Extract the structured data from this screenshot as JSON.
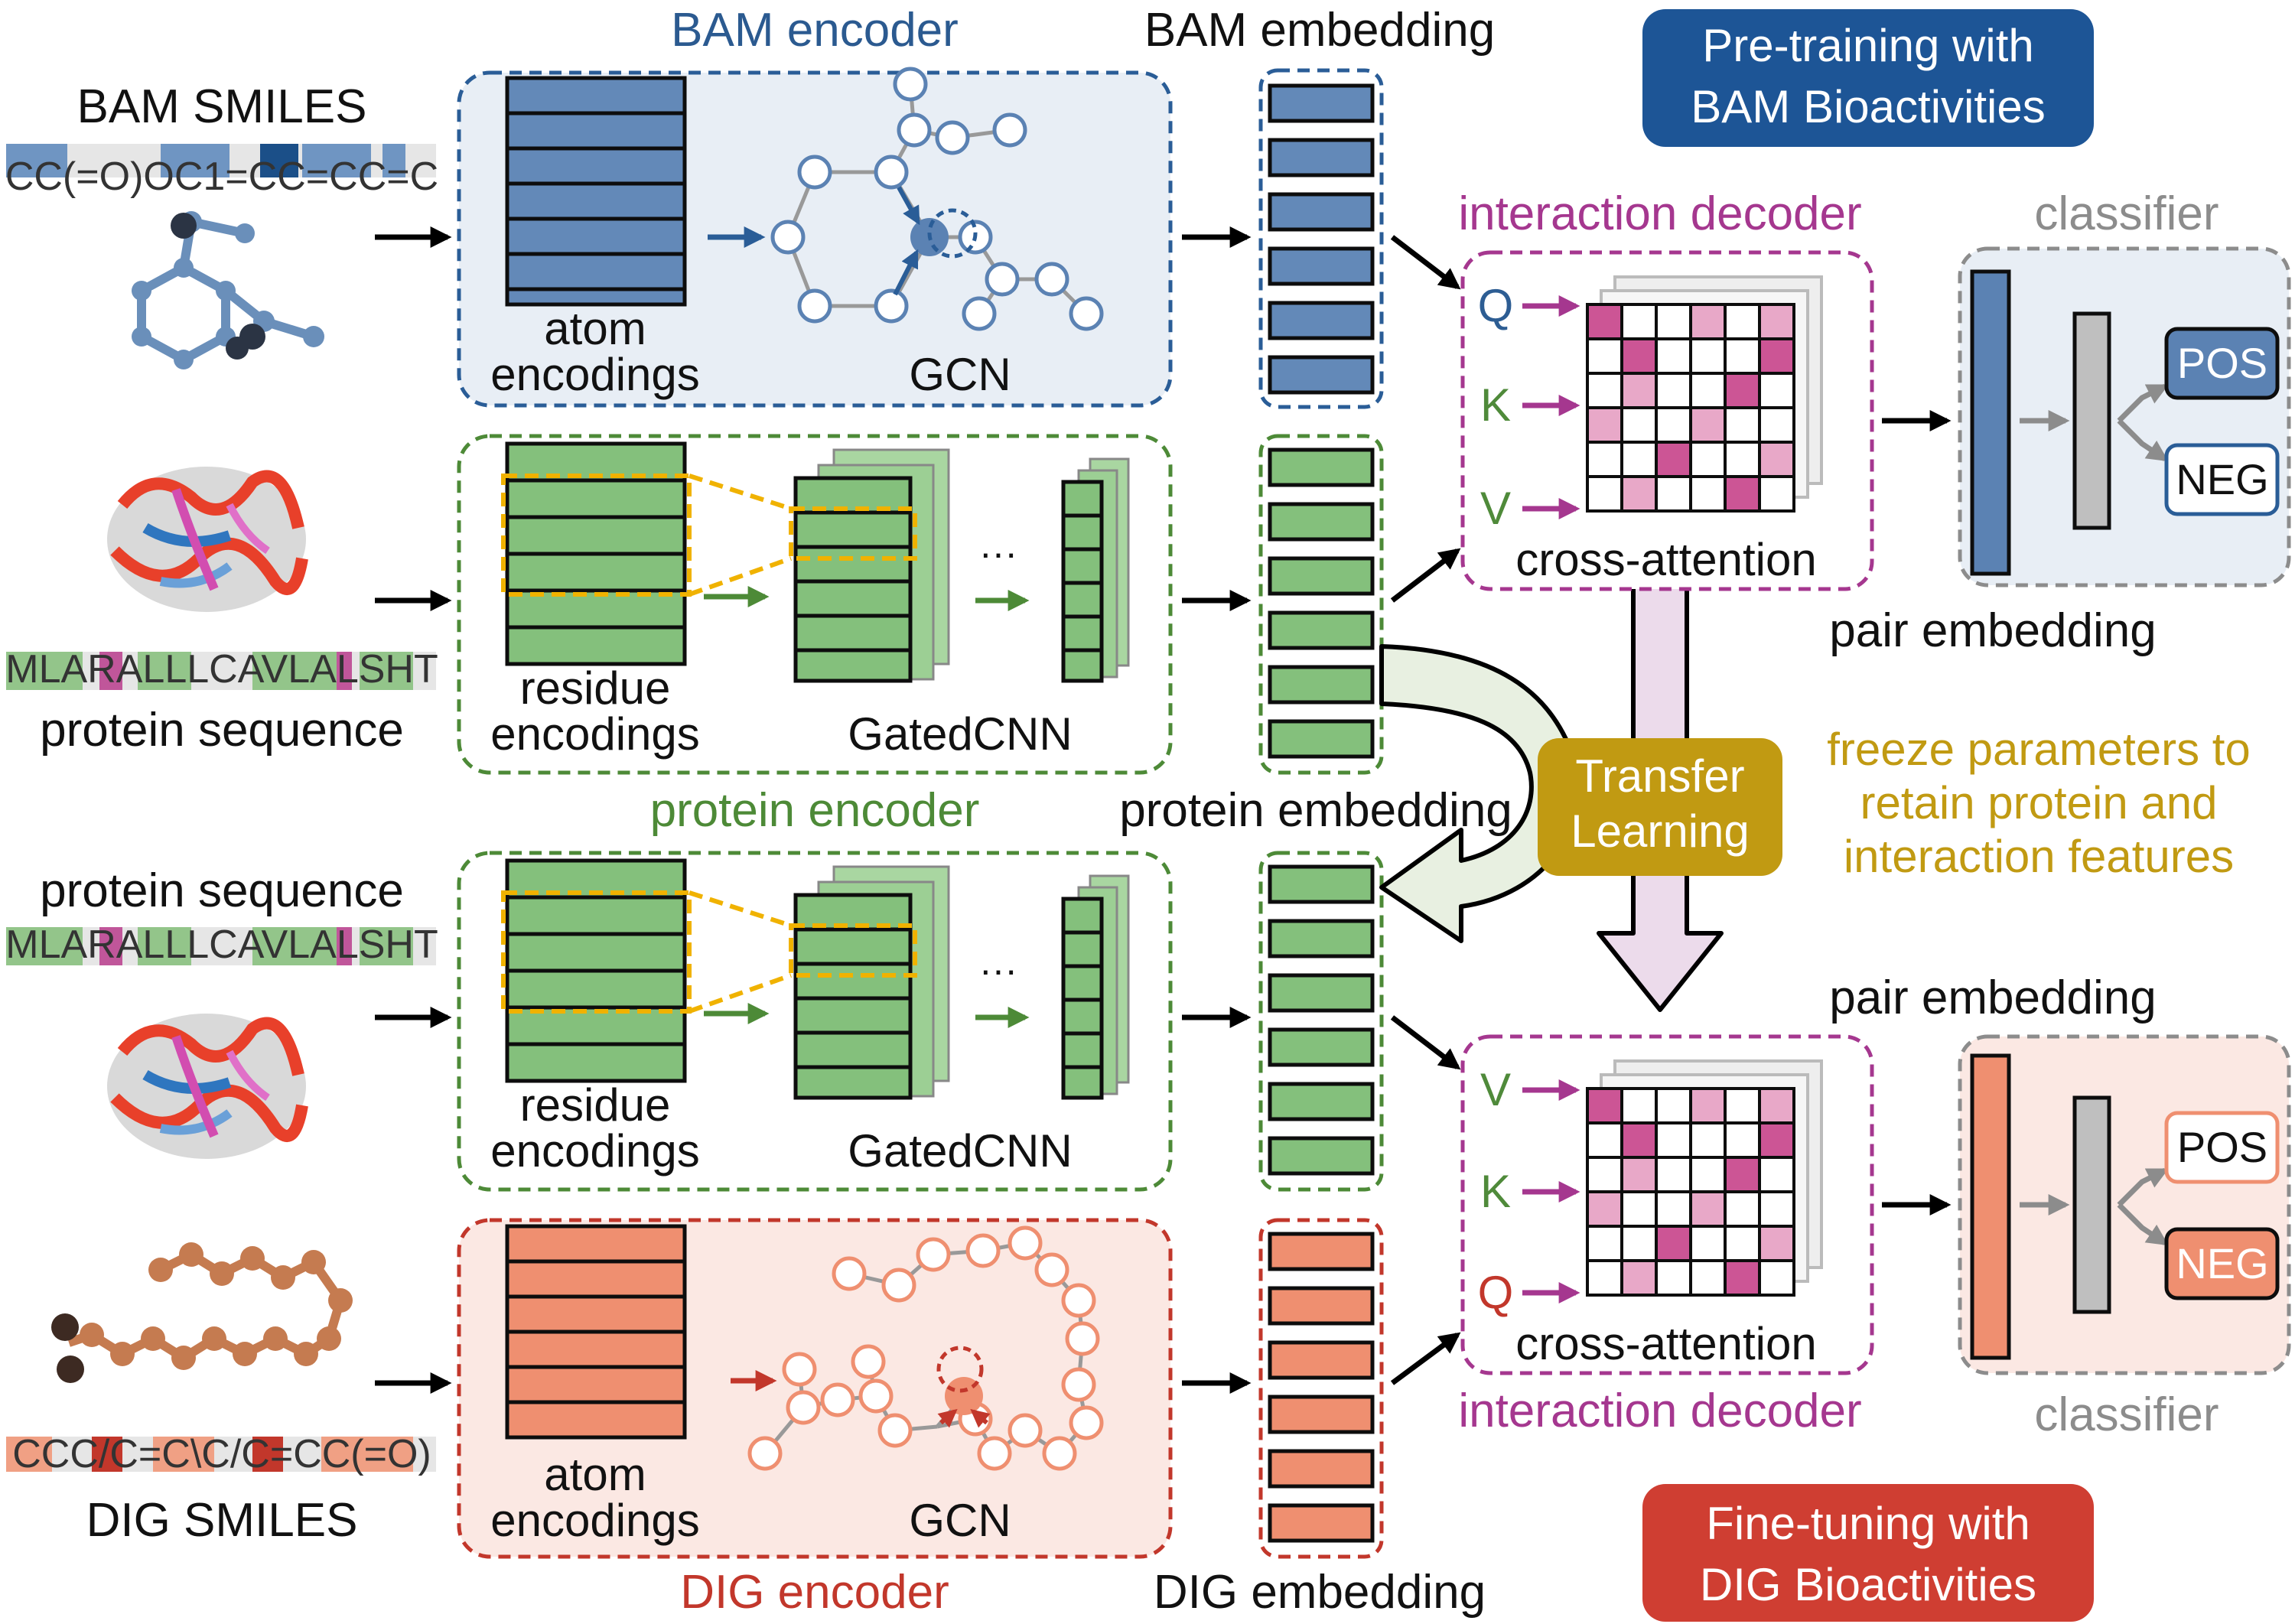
{
  "colors": {
    "bam": "#5b82b3",
    "bam_dark": "#1b4f88",
    "bam_bg": "#e8eef5",
    "protein": "#84c07c",
    "protein_dark": "#4d8a37",
    "dig": "#ef8f70",
    "dig_dark": "#c2372b",
    "dig_bg": "#fbe8e3",
    "decoder": "#a5378f",
    "transfer": "#c19a12",
    "classifier_gray": "#8c8c8c",
    "pretrain_badge": "#1d5596",
    "finetune_badge": "#cf3e32",
    "cell_dark": "#cc5595",
    "cell_light": "#e8a8c8",
    "q_color": "#2d5d93",
    "k_color": "#4f8a3a",
    "v_color": "#4f8a3a",
    "q2_color": "#c2372b"
  },
  "bam_input": {
    "title": "BAM SMILES",
    "smiles": "CC(=O)OC1=CC=CC=C"
  },
  "bam_encoder": {
    "title": "BAM encoder",
    "left_label_1": "atom",
    "left_label_2": "encodings",
    "right_label": "GCN"
  },
  "bam_embedding": {
    "label": "BAM embedding"
  },
  "protein_top": {
    "sequence": "MLARALLLCAVLALSHT",
    "label": "protein sequence",
    "residue_label_1": "residue",
    "residue_label_2": "encodings",
    "cnn_label": "GatedCNN",
    "ellipsis": "···"
  },
  "protein_encoder": {
    "title": "protein encoder"
  },
  "protein_embedding": {
    "label": "protein embedding"
  },
  "protein_bottom": {
    "label": "protein sequence",
    "sequence": "MLARALLLCAVLALSHT",
    "residue_label_1": "residue",
    "residue_label_2": "encodings",
    "cnn_label": "GatedCNN",
    "ellipsis": "···"
  },
  "dig_input": {
    "smiles": "CCC/C=C\\C/C=CC(=O)",
    "title": "DIG SMILES"
  },
  "dig_encoder": {
    "title": "DIG encoder",
    "left_label_1": "atom",
    "left_label_2": "encodings",
    "right_label": "GCN"
  },
  "dig_embedding": {
    "label": "DIG embedding"
  },
  "decoder_top": {
    "title": "interaction decoder",
    "q": "Q",
    "k": "K",
    "v": "V",
    "caption": "cross-attention"
  },
  "decoder_bottom": {
    "title": "interaction decoder",
    "v": "V",
    "k": "K",
    "q": "Q",
    "caption": "cross-attention"
  },
  "classifier_top": {
    "title": "classifier",
    "pos": "POS",
    "neg": "NEG",
    "pair_label": "pair embedding"
  },
  "classifier_bottom": {
    "title": "classifier",
    "pos": "POS",
    "neg": "NEG",
    "pair_label": "pair embedding"
  },
  "transfer": {
    "label_1": "Transfer",
    "label_2": "Learning",
    "note_1": "freeze parameters to",
    "note_2": "retain protein and",
    "note_3": "interaction features"
  },
  "pretrain_badge": {
    "line_1": "Pre-training with",
    "line_2": "BAM Bioactivities"
  },
  "finetune_badge": {
    "line_1": "Fine-tuning with",
    "line_2": "DIG Bioactivities"
  }
}
